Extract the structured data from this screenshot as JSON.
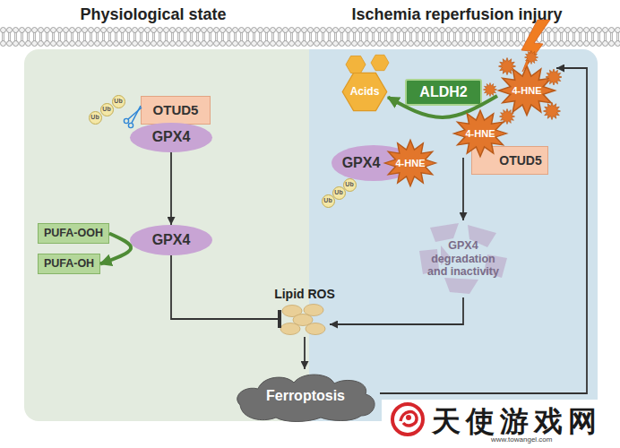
{
  "diagram": {
    "nodes": [
      {
        "text": [
          "Physiological state"
        ]
      },
      {
        "text": [
          "Ischemia reperfusion injury"
        ]
      },
      {
        "text": [
          "Ub"
        ],
        "in": 0
      },
      {
        "text": [
          "Ub"
        ],
        "in": 0
      },
      {
        "text": [
          "Ub"
        ],
        "in": 0
      },
      {
        "text": [
          "OTUD5"
        ],
        "in": 0
      },
      {
        "text": [
          "GPX4"
        ],
        "in": 0
      },
      {
        "text": [
          "PUFA-OOH"
        ],
        "in": 0
      },
      {
        "text": [
          "GPX4"
        ],
        "in": 0
      },
      {
        "text": [
          "PUFA-OH"
        ],
        "in": 0
      },
      {
        "text": [
          "Acids"
        ],
        "in": 1
      },
      {
        "text": [
          "ALDH2"
        ],
        "in": 1
      },
      {
        "text": [
          "4-HNE"
        ],
        "in": 1
      },
      {
        "text": [
          "GPX4"
        ],
        "in": 1
      },
      {
        "text": [
          "4-HNE"
        ],
        "in": 1
      },
      {
        "text": [
          "4-HNE"
        ],
        "in": 1
      },
      {
        "text": [
          "OTUD5"
        ],
        "in": 1
      },
      {
        "text": [
          "Ub"
        ],
        "in": 1
      },
      {
        "text": [
          "Ub"
        ],
        "in": 1
      },
      {
        "text": [
          "Ub"
        ],
        "in": 1
      },
      {
        "text": [
          "GPX4 degradation and inactivity"
        ],
        "in": 1
      },
      {
        "text": [
          "Lipid ROS"
        ]
      },
      {
        "text": [
          "Ferroptosis"
        ]
      }
    ],
    "edges": [
      {
        "from": 6,
        "to": 8,
        "arrow": "to"
      },
      {
        "from": 7,
        "to": 9,
        "arrow": "to"
      },
      {
        "from": 8,
        "to": 21,
        "arrow": "to"
      },
      {
        "from": 12,
        "to": 10,
        "arrow": "to"
      },
      {
        "from": 15,
        "to": 20,
        "arrow": "to"
      },
      {
        "from": 20,
        "to": 21,
        "arrow": "to"
      },
      {
        "from": 21,
        "to": 22,
        "arrow": "to"
      },
      {
        "from": 22,
        "to": 12,
        "arrow": "to"
      }
    ],
    "labels": [
      "天使游戏网",
      "www.towangel.com"
    ]
  }
}
